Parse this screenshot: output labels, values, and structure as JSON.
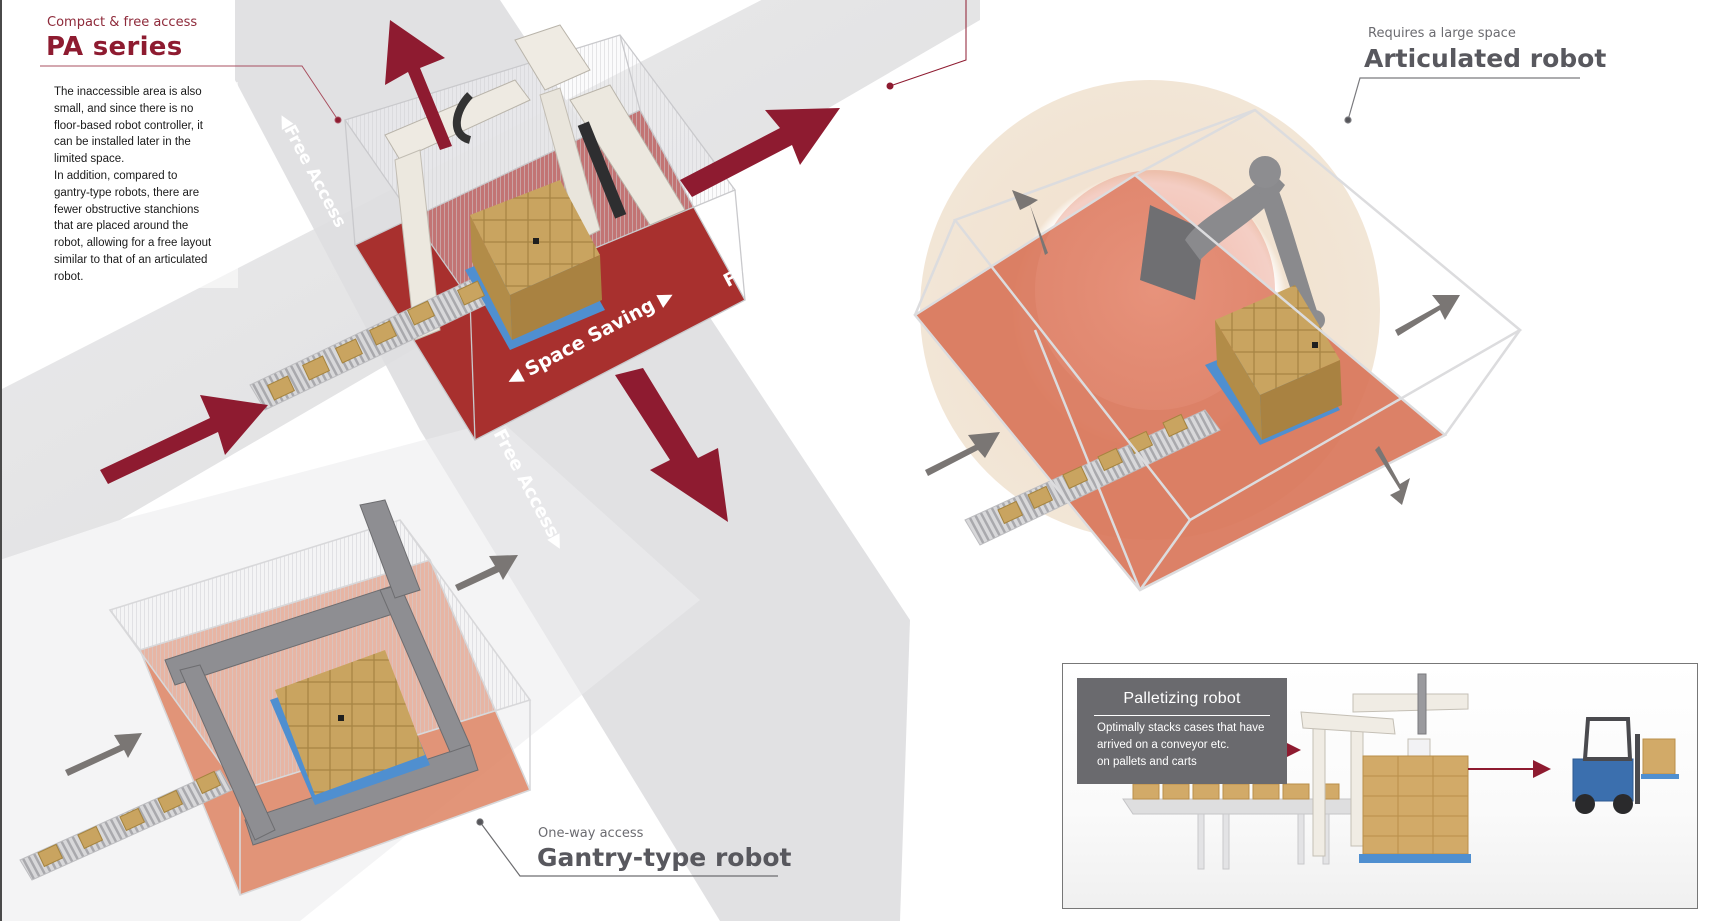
{
  "pa_series": {
    "subtitle": "Compact & free access",
    "title": "PA series",
    "description": [
      "The inaccessible area is also",
      "small, and since there is no",
      "floor-based robot controller, it",
      "can be installed later in the",
      "limited space.",
      "In addition, compared to",
      "gantry-type robots, there are",
      "fewer obstructive stanchions",
      "that are placed around the",
      "robot, allowing for a free layout",
      "similar to that of an articulated",
      "robot."
    ]
  },
  "articulated": {
    "subtitle": "Requires a large space",
    "title": "Articulated robot"
  },
  "gantry": {
    "subtitle": "One-way access",
    "title": "Gantry-type robot"
  },
  "diagram_labels": {
    "free_access_left": "◀Free Access",
    "free_access_right": "Free Access▶",
    "free_access_bottom": "Free Access▶",
    "space_saving": "◀ Space Saving ▶"
  },
  "inset": {
    "title": "Palletizing robot",
    "description": [
      "Optimally stacks cases that have",
      "arrived on a conveyor etc.",
      "on pallets and carts"
    ]
  },
  "colors": {
    "brand_red": "#8e1b30",
    "floor_red": "#a8302e",
    "floor_orange": "#d9765a",
    "text_gray": "#58585e",
    "box_tan": "#c9a460",
    "pallet_blue": "#4f8fd0",
    "label_box": "#6a6a6e"
  }
}
